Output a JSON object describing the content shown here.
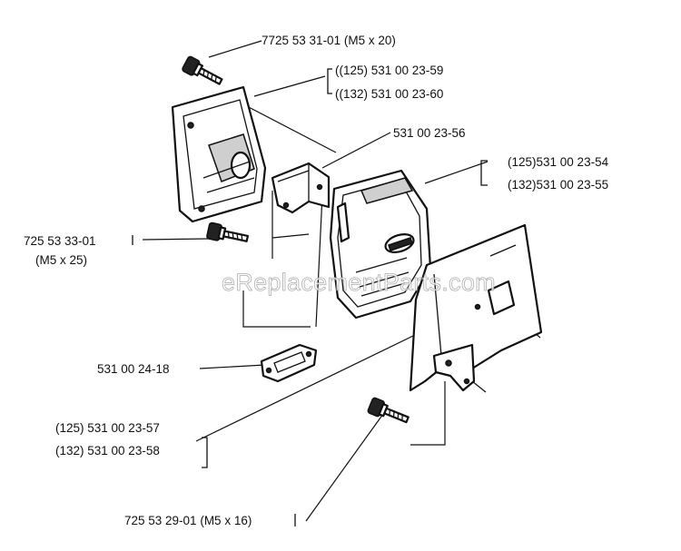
{
  "callouts": {
    "bolt_top": "7725 53 31-01 (M5 x 20)",
    "cylinder_cover_125": "((125) 531 00 23-59",
    "cylinder_cover_132": "((132) 531 00 23-60",
    "bracket": "531 00 23-56",
    "muffler_125": "(125)531 00 23-54",
    "muffler_132": "(132)531 00 23-55",
    "bolt_left": "725 53 33-01",
    "bolt_left_size": "(M5 x 25)",
    "gasket": "531 00 24-18",
    "heat_shield_125": "(125) 531 00 23-57",
    "heat_shield_132": "(132) 531 00 23-58",
    "bolt_bottom": "725 53 29-01 (M5 x 16)"
  },
  "watermark": "eReplacementParts.com"
}
